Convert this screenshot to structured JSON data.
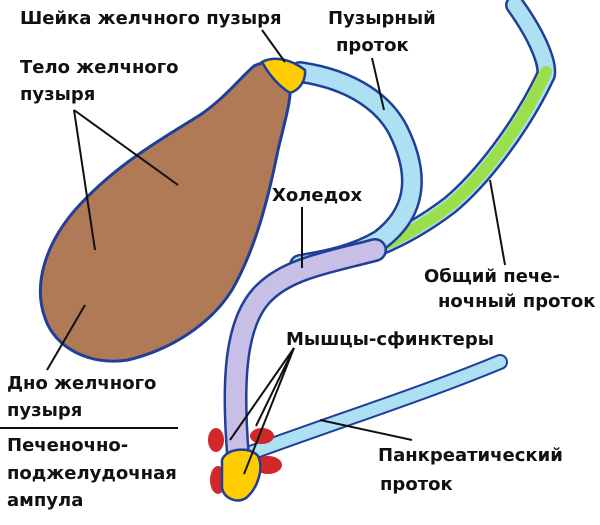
{
  "labels": {
    "gallbladder_neck": "Шейка желчного пузыря",
    "cystic_duct": [
      "Пузырный",
      "проток"
    ],
    "gallbladder_body": [
      "Тело желчного",
      "пузыря"
    ],
    "choledoch": "Холедох",
    "common_hepatic_duct": [
      "Общий пече-",
      "ночный проток"
    ],
    "sphincter_muscles": "Мышцы-сфинктеры",
    "gallbladder_fundus": [
      "Дно желчного",
      "пузыря"
    ],
    "hepatopancreatic_ampulla": [
      "Печеночно-",
      "поджелудочная",
      "ампула"
    ],
    "pancreatic_duct": [
      "Панкреатический",
      "проток"
    ]
  },
  "colors": {
    "gallbladder_fill": "#B07A57",
    "outline": "#1F3F99",
    "duct_blue": "#AEE0F4",
    "neck_yellow": "#FFCC00",
    "choledoch_lavender": "#C8BFE6",
    "hepatic_green": "#9BE04A",
    "sphincter_red": "#D02828",
    "ink": "#111111"
  }
}
